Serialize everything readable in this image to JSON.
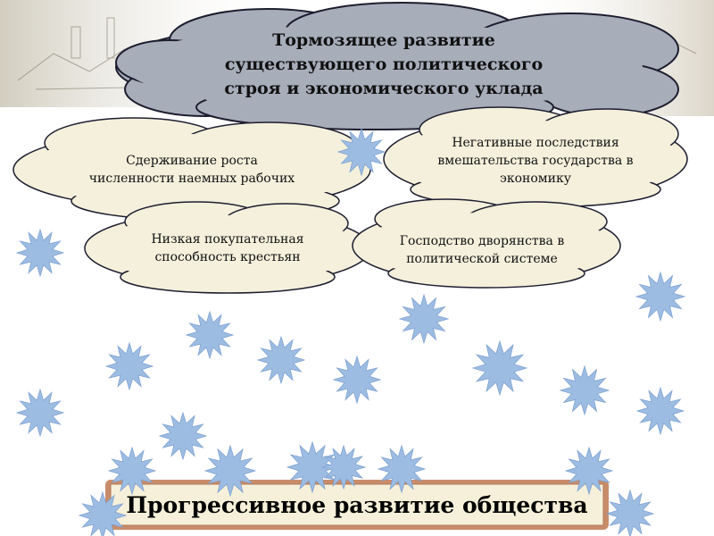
{
  "main_cloud": {
    "line1": "Тормозящее развитие",
    "line2": "существующего политического",
    "line3": "строя и экономического уклада"
  },
  "clouds": [
    {
      "line1": "Сдерживание роста",
      "line2": "численности наемных рабочих"
    },
    {
      "line1": "Негативные последствия",
      "line2": "вмешательства государства в",
      "line3": "экономику"
    },
    {
      "line1": "Низкая покупательная",
      "line2": "способность крестьян"
    },
    {
      "line1": "Господство дворянства в",
      "line2": "политической системе"
    }
  ],
  "bottom_banner": {
    "label": "Прогрессивное развитие общества"
  },
  "colors": {
    "main_cloud_fill": "#a7adb9",
    "small_cloud_fill": "#f4f0dc",
    "cloud_stroke": "#1d1d2f",
    "snowflake_fill": "#9dbce2",
    "banner_fill": "#f6f0da",
    "banner_border": "#c98c6a"
  },
  "decorations": {
    "snowflake_icon": "star-burst",
    "background_image": "industrial-town-sketch"
  }
}
